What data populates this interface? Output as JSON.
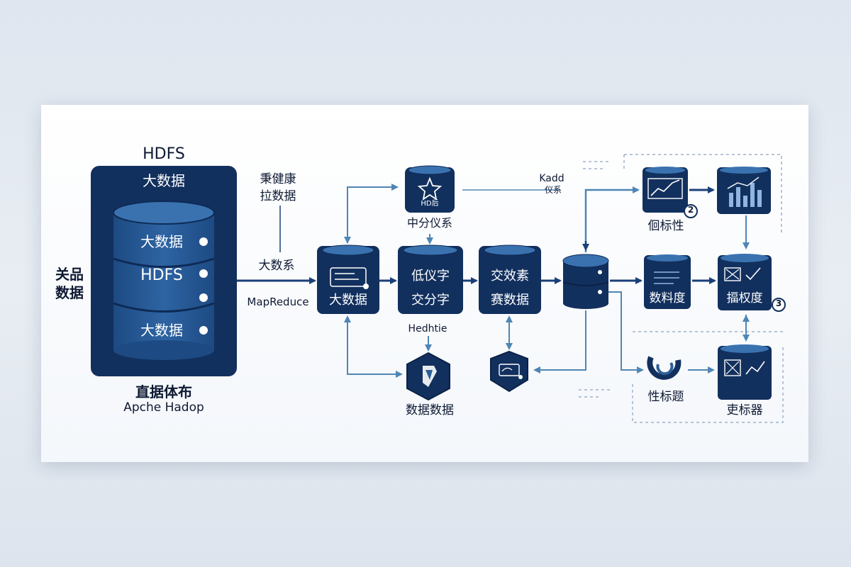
{
  "hdfs_block": {
    "title": "HDFS",
    "subtitle": "大数据",
    "disk_labels": [
      "大数据",
      "HDFS",
      "大数据"
    ],
    "caption_line1": "直据体布",
    "caption_line2": "Apche Hadop"
  },
  "source": {
    "line1": "关品",
    "line2": "数据"
  },
  "ingest": {
    "top_line1": "秉健康",
    "top_line2": "拉数据",
    "mid": "大数系",
    "bottom": "MapReduce"
  },
  "stage1": {
    "label": "大数据"
  },
  "stage2": {
    "line1": "低仪字",
    "line2": "交分字"
  },
  "stage3": {
    "line1": "交效素",
    "line2": "赛数据"
  },
  "top_store": {
    "icon_text": "HD后",
    "caption": "中分仪系"
  },
  "kafka": {
    "line1": "Kadd",
    "line2": "仪系"
  },
  "bottom_node": {
    "caption": "数据数据"
  },
  "hedhtie": {
    "label": "Hedhtie"
  },
  "right": {
    "n1_caption": "佪标性",
    "n1_badge": "2",
    "n3_caption": "数料度",
    "n4_caption": "揊权度",
    "n4_badge": "3",
    "n5_caption": "性标题",
    "n6_caption": "吏标器"
  },
  "colors": {
    "navy": "#12305e",
    "navy_dark": "#0b2248",
    "blue": "#2d5e97",
    "arrow": "#1b3f78",
    "light_arrow": "#4f86b5"
  }
}
